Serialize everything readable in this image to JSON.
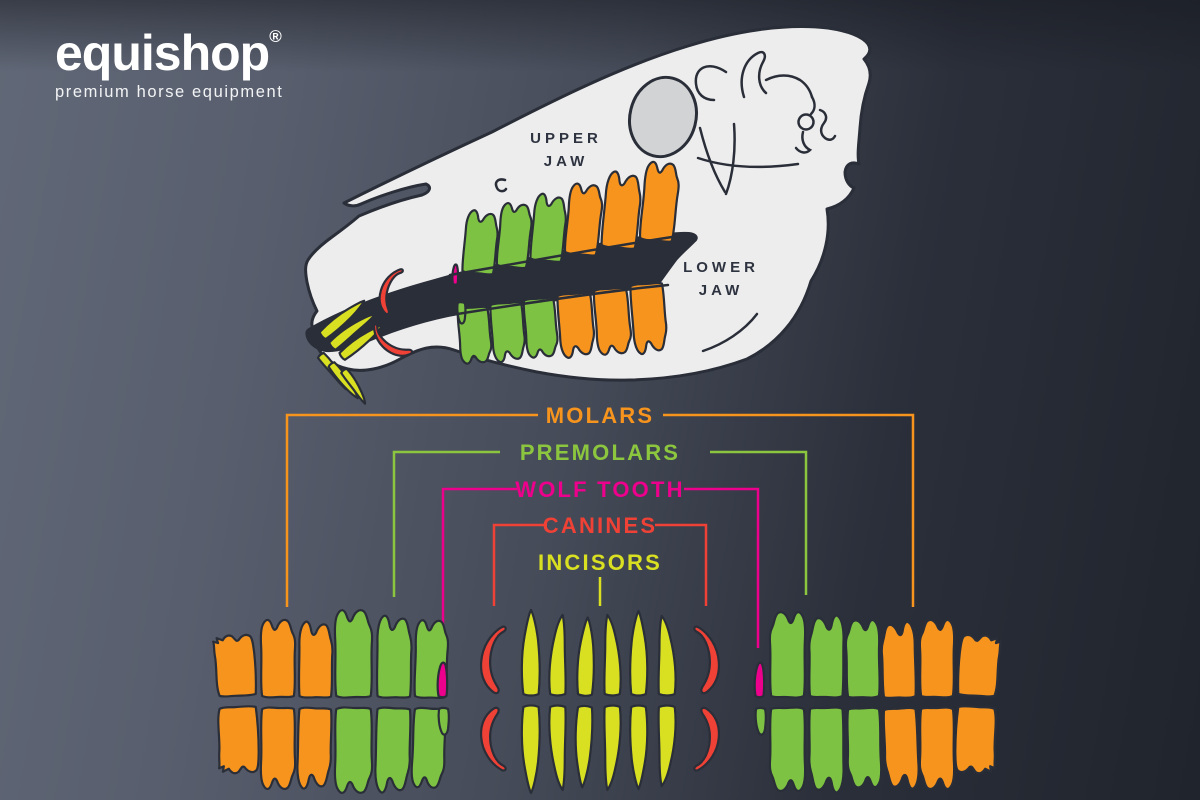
{
  "brand": {
    "name": "equishop",
    "registered_mark": "®",
    "tagline": "premium horse equipment"
  },
  "skull_labels": {
    "upper_jaw_line1": "UPPER",
    "upper_jaw_line2": "JAW",
    "lower_jaw_line1": "LOWER",
    "lower_jaw_line2": "JAW"
  },
  "legend": {
    "items": [
      {
        "id": "molars",
        "label": "MOLARS",
        "color": "#F7941E"
      },
      {
        "id": "premolars",
        "label": "PREMOLARS",
        "color": "#8CC63F"
      },
      {
        "id": "wolf_tooth",
        "label": "WOLF TOOTH",
        "color": "#EC008C"
      },
      {
        "id": "canines",
        "label": "CANINES",
        "color": "#EF4136"
      },
      {
        "id": "incisors",
        "label": "INCISORS",
        "color": "#D9E021"
      }
    ]
  },
  "colors": {
    "molars": "#F7941E",
    "premolars": "#7DC242",
    "wolf_tooth": "#EC008C",
    "canines": "#EF4136",
    "incisors": "#D9E021",
    "skull": "#EDEDEE",
    "eye_socket": "#D2D3D5",
    "outline": "#2A2E38",
    "background_light": "#5E6472",
    "background_dark": "#20242C",
    "label_text": "#2E3340",
    "logo_text": "#FFFFFF"
  },
  "teeth_diagram": {
    "left_group": {
      "upper": [
        "molar",
        "molar",
        "molar",
        "premolar",
        "premolar",
        "premolar",
        "wolf-tooth"
      ],
      "lower": [
        "molar",
        "molar",
        "molar",
        "premolar",
        "premolar",
        "premolar",
        "premolar-small"
      ]
    },
    "center_group": {
      "upper": [
        "canine",
        "incisor",
        "incisor",
        "incisor",
        "incisor",
        "incisor",
        "incisor",
        "canine"
      ],
      "lower": [
        "canine",
        "incisor",
        "incisor",
        "incisor",
        "incisor",
        "incisor",
        "incisor",
        "canine"
      ]
    },
    "right_group": {
      "upper": [
        "wolf-tooth",
        "premolar",
        "premolar",
        "premolar",
        "molar",
        "molar",
        "molar"
      ],
      "lower": [
        "premolar-small",
        "premolar",
        "premolar",
        "premolar",
        "molar",
        "molar",
        "molar"
      ]
    }
  },
  "skull_teeth": {
    "upper_cheek": [
      "premolar",
      "premolar",
      "premolar",
      "molar",
      "molar",
      "molar"
    ],
    "lower_cheek": [
      "premolar",
      "premolar",
      "premolar",
      "molar",
      "molar",
      "molar"
    ],
    "upper_incisors": [
      "incisor",
      "incisor",
      "incisor"
    ],
    "lower_incisors": [
      "incisor",
      "incisor",
      "incisor"
    ],
    "upper_canine": "canine",
    "lower_canine": "canine",
    "wolf_tooth": "wolf-tooth",
    "lower_first_premolar": "premolar-small"
  }
}
